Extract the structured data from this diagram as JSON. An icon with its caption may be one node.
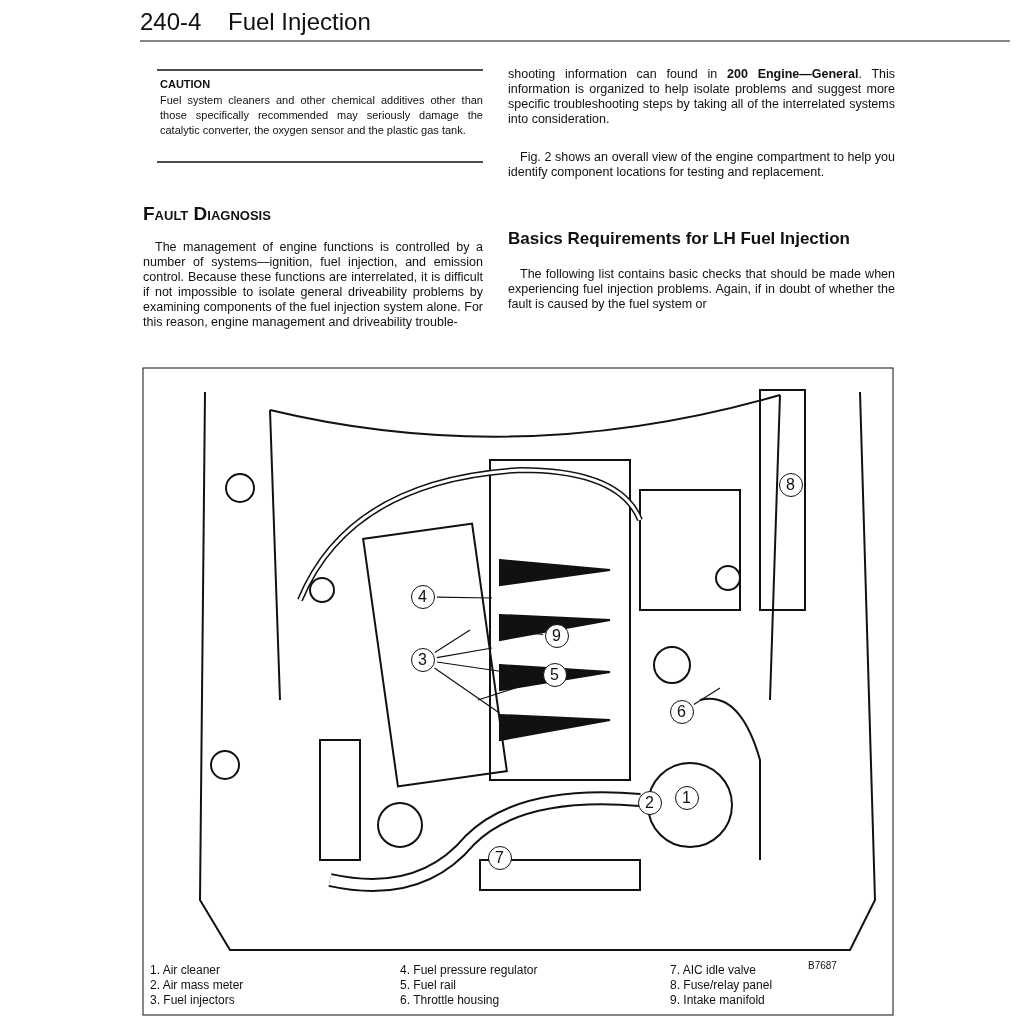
{
  "diagram": {
    "title": "Fuel Injection",
    "nodes": [
      {
        "text": [
          "4"
        ]
      },
      {
        "text": [
          "9"
        ]
      },
      {
        "text": [
          "3"
        ]
      },
      {
        "text": [
          "5"
        ]
      },
      {
        "text": [
          "6"
        ]
      },
      {
        "text": [
          "8"
        ]
      },
      {
        "text": [
          "2"
        ]
      },
      {
        "text": [
          "1"
        ]
      },
      {
        "text": [
          "7"
        ]
      }
    ],
    "edges": [
      {
        "from": 0,
        "to": null,
        "arrow": "none"
      },
      {
        "from": 1,
        "to": null,
        "arrow": "none"
      },
      {
        "from": 2,
        "to": null,
        "arrow": "none"
      },
      {
        "from": 2,
        "to": null,
        "arrow": "none"
      },
      {
        "from": 2,
        "to": null,
        "arrow": "none"
      },
      {
        "from": 2,
        "to": null,
        "arrow": "none"
      },
      {
        "from": 3,
        "to": null,
        "arrow": "none"
      },
      {
        "from": 4,
        "to": null,
        "arrow": "none"
      }
    ],
    "labels": [
      "240-4",
      "CAUTION",
      "Fuel system cleaners and other chemical additives other than those specifically recommended may seriously damage the catalytic converter, the oxygen sensor and the plastic gas tank.",
      "Fault Diagnosis",
      "The management of engine functions is controlled by a number of systems—ignition, fuel injection, and emission control. Because these functions are interrelated, it is difficult if not impossible to isolate general driveability problems by examining components of the fuel injection system alone. For this reason, engine management and driveability trouble-",
      "shooting information can found in **200 Engine—General**. This information is organized to help isolate problems and suggest more specific troubleshooting steps by taking all of the interrelated systems into consideration.",
      "Fig. 2 shows an overall view of the engine compartment to help you identify component locations for testing and replacement.",
      "Basics Requirements for LH Fuel Injection",
      "The following list contains basic checks that should be made when experiencing fuel injection problems. Again, if in doubt of whether the fault is caused by the fuel system or",
      "B7687",
      "1. Air cleaner",
      "2. Air mass meter",
      "3. Fuel injectors",
      "4. Fuel pressure regulator",
      "5. Fuel rail",
      "6. Throttle housing",
      "7. AIC idle valve",
      "8. Fuse/relay panel",
      "9. Intake manifold"
    ]
  }
}
